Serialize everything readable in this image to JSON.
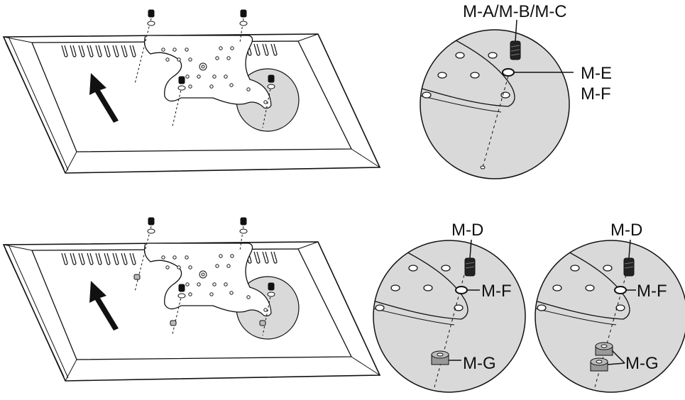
{
  "labels": {
    "top_screw": "M-A/M-B/M-C",
    "top_washer_line1": "M-E",
    "top_washer_line2": "M-F",
    "mid_screw": "M-D",
    "mid_washer": "M-F",
    "mid_spacer": "M-G",
    "right_screw": "M-D",
    "right_washer": "M-F",
    "right_spacer": "M-G"
  },
  "colors": {
    "line": "#111111",
    "circle_fill": "#d9d9d9",
    "plate_fill": "#ffffff",
    "bezel": "#ffffff"
  }
}
